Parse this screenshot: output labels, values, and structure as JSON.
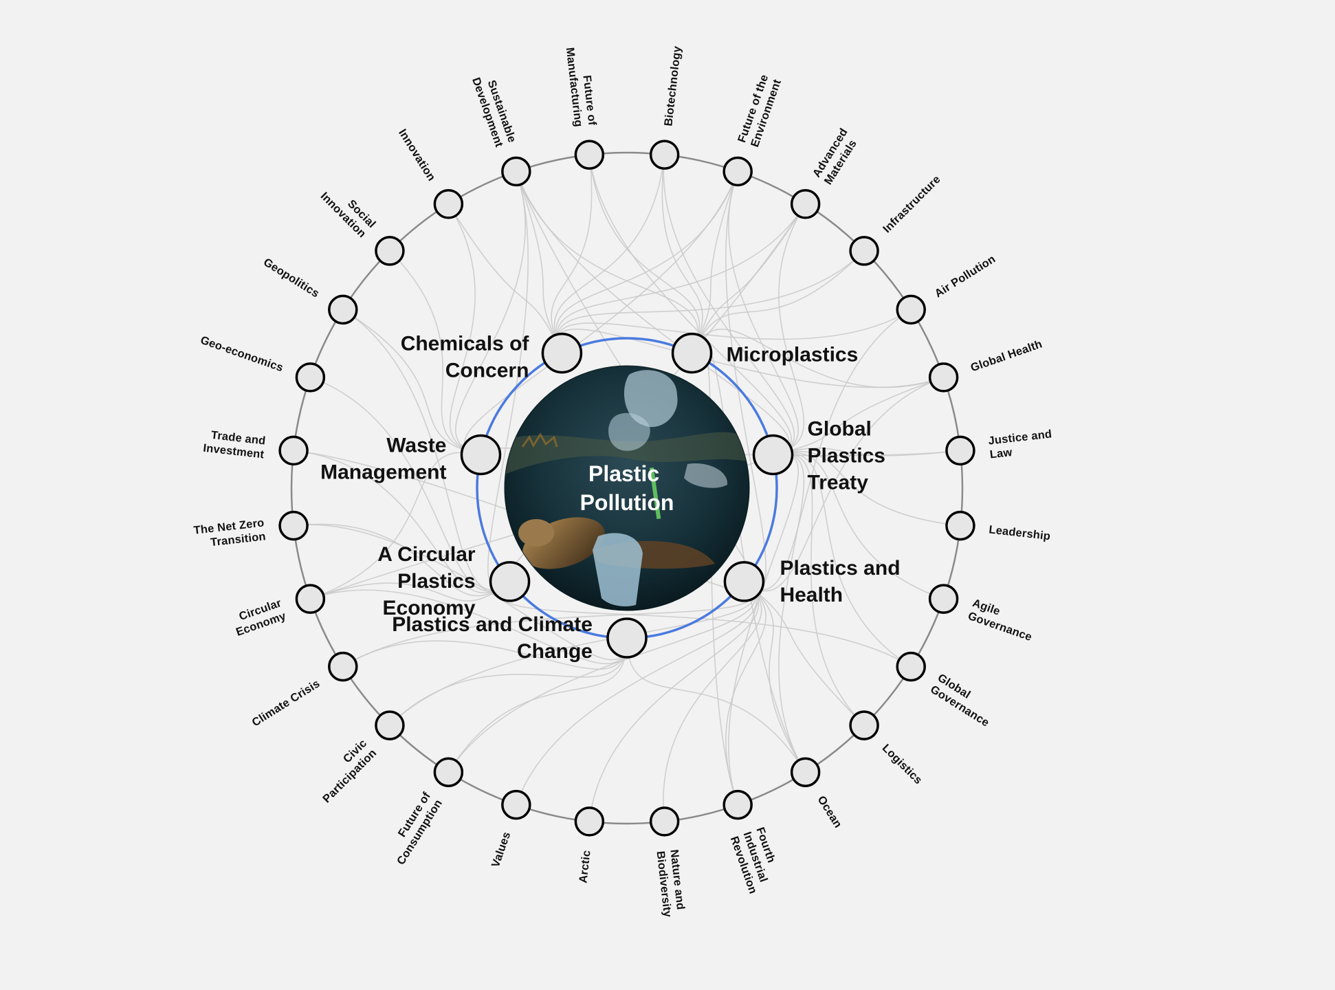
{
  "diagram": {
    "title": "Plastic Pollution",
    "center": {
      "label_lines": [
        "Plastic",
        "Pollution"
      ],
      "image_description": "underwater-photo-sea-turtle-with-plastic-bags"
    },
    "colors": {
      "background": "#f2f2f2",
      "outer_ring": "#8a8a8a",
      "inner_ring": "#4a7ae0",
      "link": "#c9c9c9",
      "node_fill": "#e6e6e6",
      "node_stroke": "#000000",
      "center_bg": "#10242c"
    },
    "inner_nodes": [
      {
        "id": "chem",
        "label_lines": [
          "Chemicals of",
          "Concern"
        ],
        "angle": -25.71
      },
      {
        "id": "micro",
        "label_lines": [
          "Microplastics"
        ],
        "angle": 25.71
      },
      {
        "id": "treaty",
        "label_lines": [
          "Global",
          "Plastics",
          "Treaty"
        ],
        "angle": 77.14
      },
      {
        "id": "health",
        "label_lines": [
          "Plastics and",
          "Health"
        ],
        "angle": 128.57
      },
      {
        "id": "climate",
        "label_lines": [
          "Plastics and Climate",
          "Change"
        ],
        "angle": 180
      },
      {
        "id": "circular",
        "label_lines": [
          "A Circular",
          "Plastics",
          "Economy"
        ],
        "angle": 231.43
      },
      {
        "id": "waste",
        "label_lines": [
          "Waste",
          "Management"
        ],
        "angle": 282.86
      }
    ],
    "outer_nodes": [
      {
        "id": "biotech",
        "label_lines": [
          "Biotechnology"
        ]
      },
      {
        "id": "futenv",
        "label_lines": [
          "Future of the",
          "Environment"
        ]
      },
      {
        "id": "advmat",
        "label_lines": [
          "Advanced",
          "Materials"
        ]
      },
      {
        "id": "infra",
        "label_lines": [
          "Infrastructure"
        ]
      },
      {
        "id": "airpol",
        "label_lines": [
          "Air Pollution"
        ]
      },
      {
        "id": "globhealth",
        "label_lines": [
          "Global Health"
        ]
      },
      {
        "id": "justice",
        "label_lines": [
          "Justice and",
          "Law"
        ]
      },
      {
        "id": "leader",
        "label_lines": [
          "Leadership"
        ]
      },
      {
        "id": "agile",
        "label_lines": [
          "Agile",
          "Governance"
        ]
      },
      {
        "id": "globgov",
        "label_lines": [
          "Global",
          "Governance"
        ]
      },
      {
        "id": "logistics",
        "label_lines": [
          "Logistics"
        ]
      },
      {
        "id": "ocean",
        "label_lines": [
          "Ocean"
        ]
      },
      {
        "id": "4ir",
        "label_lines": [
          "Fourth",
          "Industrial",
          "Revolution"
        ]
      },
      {
        "id": "nature",
        "label_lines": [
          "Nature and",
          "Biodiversity"
        ]
      },
      {
        "id": "arctic",
        "label_lines": [
          "Arctic"
        ]
      },
      {
        "id": "values",
        "label_lines": [
          "Values"
        ]
      },
      {
        "id": "futcons",
        "label_lines": [
          "Future of",
          "Consumption"
        ]
      },
      {
        "id": "civic",
        "label_lines": [
          "Civic",
          "Participation"
        ]
      },
      {
        "id": "climcrisis",
        "label_lines": [
          "Climate Crisis"
        ]
      },
      {
        "id": "circecon",
        "label_lines": [
          "Circular",
          "Economy"
        ]
      },
      {
        "id": "netzero",
        "label_lines": [
          "The Net Zero",
          "Transition"
        ]
      },
      {
        "id": "trade",
        "label_lines": [
          "Trade and",
          "Investment"
        ]
      },
      {
        "id": "geoecon",
        "label_lines": [
          "Geo-economics"
        ]
      },
      {
        "id": "geopol",
        "label_lines": [
          "Geopolitics"
        ]
      },
      {
        "id": "socinn",
        "label_lines": [
          "Social",
          "Innovation"
        ]
      },
      {
        "id": "innov",
        "label_lines": [
          "Innovation"
        ]
      },
      {
        "id": "susdev",
        "label_lines": [
          "Sustainable",
          "Development"
        ]
      },
      {
        "id": "futman",
        "label_lines": [
          "Future of",
          "Manufacturing"
        ]
      }
    ],
    "links": [
      [
        "biotech",
        "micro"
      ],
      [
        "biotech",
        "chem"
      ],
      [
        "biotech",
        "treaty"
      ],
      [
        "futenv",
        "chem"
      ],
      [
        "futenv",
        "micro"
      ],
      [
        "futenv",
        "treaty"
      ],
      [
        "futenv",
        "health"
      ],
      [
        "futenv",
        "waste"
      ],
      [
        "advmat",
        "chem"
      ],
      [
        "advmat",
        "micro"
      ],
      [
        "advmat",
        "treaty"
      ],
      [
        "advmat",
        "circular"
      ],
      [
        "infra",
        "chem"
      ],
      [
        "infra",
        "micro"
      ],
      [
        "airpol",
        "chem"
      ],
      [
        "airpol",
        "health"
      ],
      [
        "globhealth",
        "micro"
      ],
      [
        "globhealth",
        "health"
      ],
      [
        "globhealth",
        "chem"
      ],
      [
        "globhealth",
        "treaty"
      ],
      [
        "justice",
        "treaty"
      ],
      [
        "justice",
        "waste"
      ],
      [
        "leader",
        "treaty"
      ],
      [
        "agile",
        "treaty"
      ],
      [
        "globgov",
        "treaty"
      ],
      [
        "globgov",
        "circular"
      ],
      [
        "logistics",
        "health"
      ],
      [
        "logistics",
        "treaty"
      ],
      [
        "ocean",
        "health"
      ],
      [
        "ocean",
        "treaty"
      ],
      [
        "ocean",
        "micro"
      ],
      [
        "ocean",
        "climate"
      ],
      [
        "4ir",
        "health"
      ],
      [
        "4ir",
        "treaty"
      ],
      [
        "4ir",
        "micro"
      ],
      [
        "nature",
        "health"
      ],
      [
        "arctic",
        "health"
      ],
      [
        "values",
        "health"
      ],
      [
        "futcons",
        "health"
      ],
      [
        "futcons",
        "climate"
      ],
      [
        "civic",
        "health"
      ],
      [
        "civic",
        "climate"
      ],
      [
        "climcrisis",
        "climate"
      ],
      [
        "climcrisis",
        "health"
      ],
      [
        "circecon",
        "circular"
      ],
      [
        "circecon",
        "treaty"
      ],
      [
        "circecon",
        "climate"
      ],
      [
        "circecon",
        "waste"
      ],
      [
        "netzero",
        "climate"
      ],
      [
        "netzero",
        "circular"
      ],
      [
        "trade",
        "circular"
      ],
      [
        "trade",
        "health"
      ],
      [
        "geoecon",
        "circular"
      ],
      [
        "geopol",
        "circular"
      ],
      [
        "geopol",
        "waste"
      ],
      [
        "socinn",
        "waste"
      ],
      [
        "innov",
        "waste"
      ],
      [
        "innov",
        "chem"
      ],
      [
        "susdev",
        "micro"
      ],
      [
        "susdev",
        "treaty"
      ],
      [
        "susdev",
        "waste"
      ],
      [
        "susdev",
        "circular"
      ],
      [
        "susdev",
        "chem"
      ],
      [
        "susdev",
        "health"
      ],
      [
        "futman",
        "micro"
      ],
      [
        "futman",
        "treaty"
      ],
      [
        "futman",
        "chem"
      ]
    ]
  }
}
